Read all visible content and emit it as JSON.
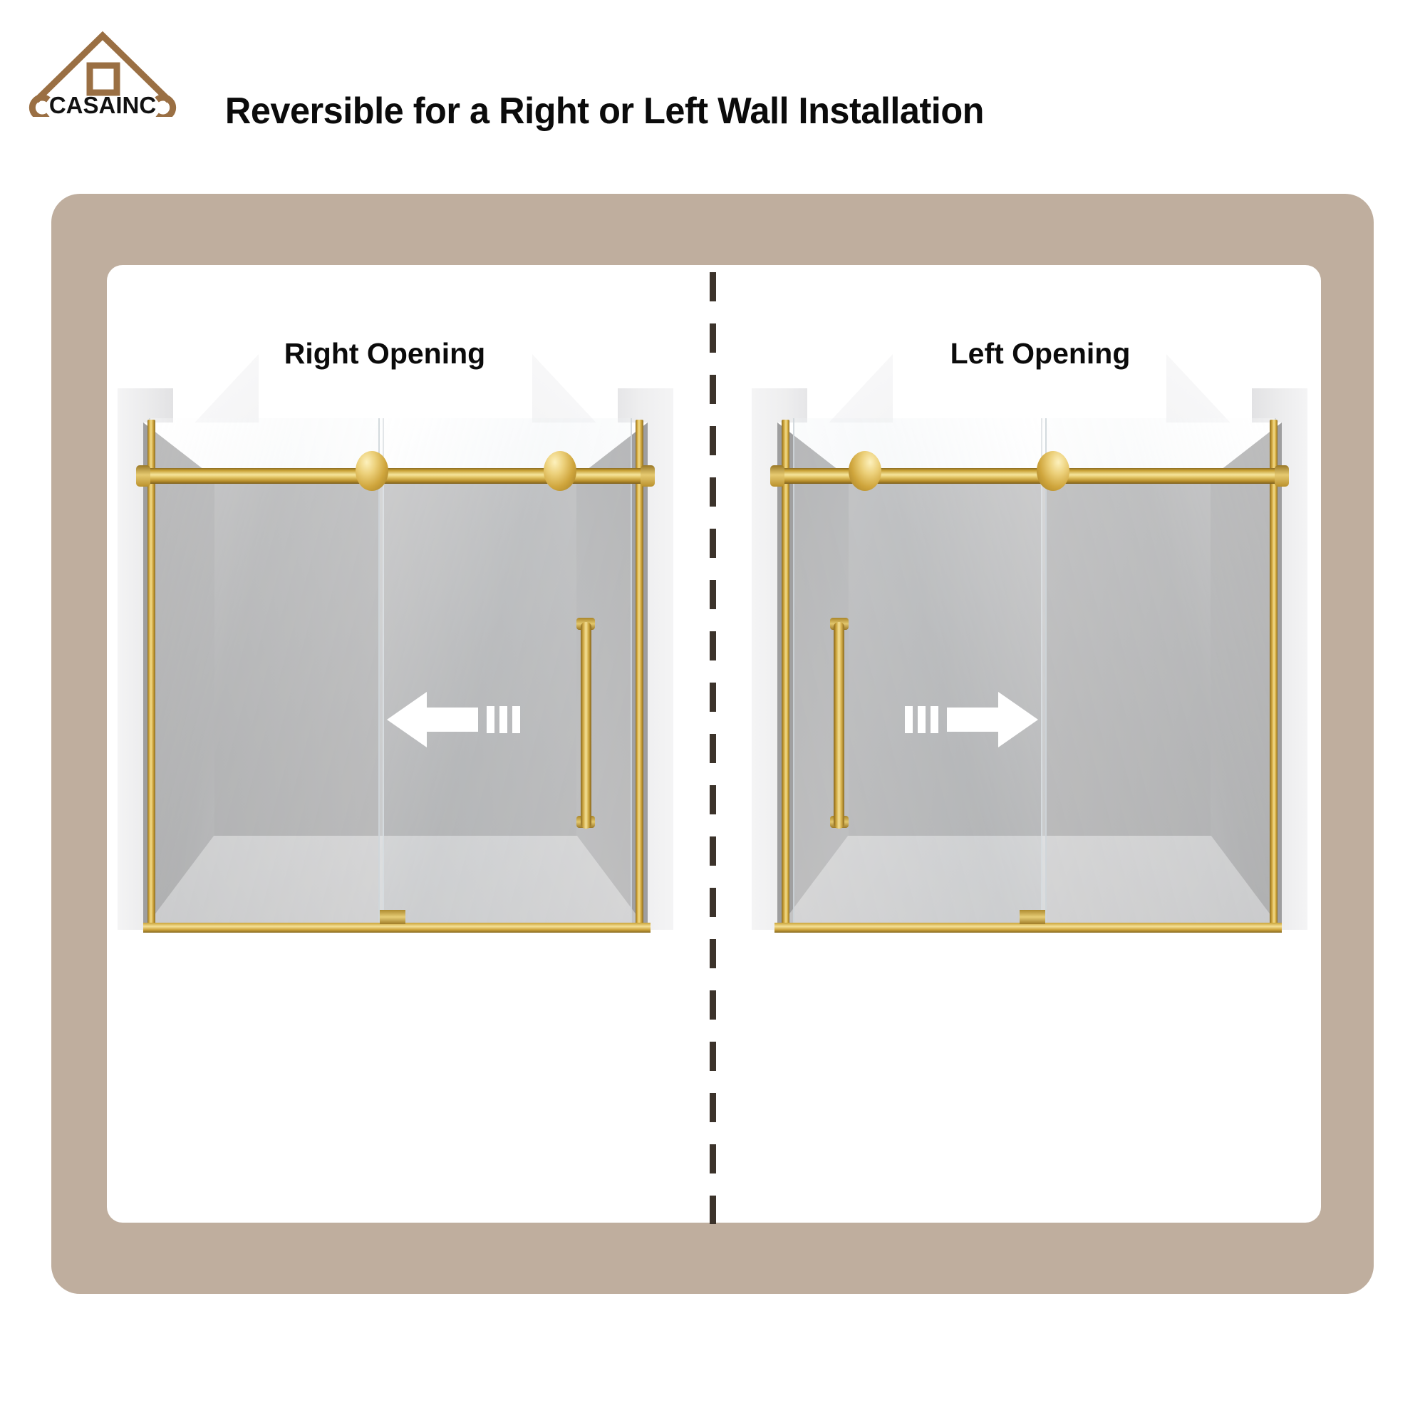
{
  "brand": {
    "name": "CASAINC",
    "logo_icon": "house-roof-window-icon",
    "logo_color": "#9a6f43",
    "text_color": "#111111"
  },
  "header": {
    "title": "Reversible for a Right or Left Wall Installation"
  },
  "frame": {
    "border_color": "#bfae9e",
    "inner_color": "#ffffff"
  },
  "divider": {
    "style": "dashed-vertical",
    "color": "#3c332b"
  },
  "panels": [
    {
      "id": "right-opening",
      "label": "Right Opening",
      "slide_direction": "left",
      "arrow_icon": "arrow-left-icon",
      "handle_side": "right",
      "product": {
        "type": "sliding-shower-door",
        "finish": "brushed-gold",
        "finish_color": "#d8ae3f",
        "glass": "clear-tempered-glass",
        "glass_color": "#e8edf0",
        "rollers": 2,
        "panels": 2
      }
    },
    {
      "id": "left-opening",
      "label": "Left Opening",
      "slide_direction": "right",
      "arrow_icon": "arrow-right-icon",
      "handle_side": "left",
      "product": {
        "type": "sliding-shower-door",
        "finish": "brushed-gold",
        "finish_color": "#d8ae3f",
        "glass": "clear-tempered-glass",
        "glass_color": "#e8edf0",
        "rollers": 2,
        "panels": 2
      }
    }
  ],
  "colors": {
    "gold_light": "#f4e197",
    "gold_mid": "#d8ae3f",
    "gold_dark": "#8a6a21",
    "wall_gray": "#a6a6a7",
    "floor_gray": "#c6c6c7",
    "tan": "#bfae9e"
  }
}
